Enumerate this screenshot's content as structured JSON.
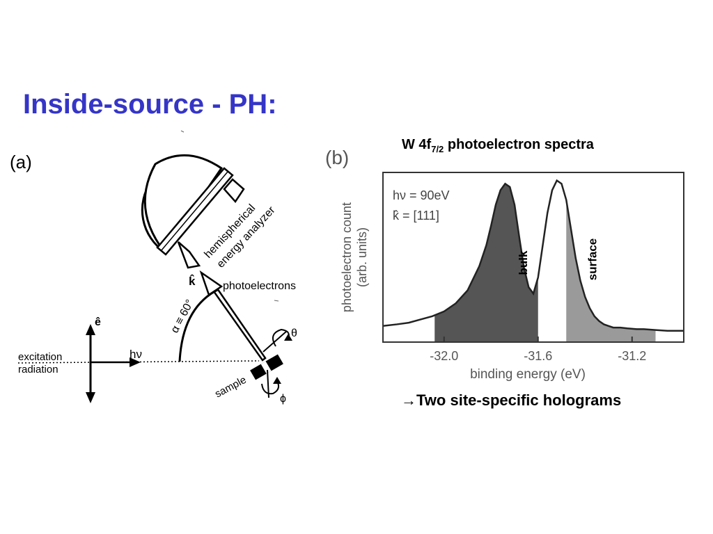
{
  "slide": {
    "title": "Inside-source - PH:",
    "caption_top_prefix": "W 4f",
    "caption_top_sub": "7/2",
    "caption_top_suffix": " photoelectron spectra",
    "caption_bottom": "→Two site-specific holograms"
  },
  "panel_a": {
    "label": "(a)",
    "analyzer_label_1": "hemispherical",
    "analyzer_label_2": "energy analyzer",
    "k_label": "k̂",
    "photoelectrons": "photoelectrons",
    "alpha_label": "α ≡ 60°",
    "e_label": "ê",
    "hv_label": "hν",
    "excitation_label_1": "excitation",
    "excitation_label_2": "radiation",
    "sample_label": "sample",
    "theta_label": "θ",
    "phi_label": "ϕ"
  },
  "chart_data": {
    "type": "area",
    "panel_label": "(b)",
    "title": "",
    "xlabel": "binding energy (eV)",
    "ylabel_line1": "photoelectron count",
    "ylabel_line2": "(arb. units)",
    "xlim": [
      -32.26,
      -30.98
    ],
    "ylim": [
      0,
      1.05
    ],
    "x_ticks": [
      -32.0,
      -31.6,
      -31.2
    ],
    "x_tick_labels": [
      "-32.0",
      "-31.6",
      "-31.2"
    ],
    "annotation_line1": "hν = 90eV",
    "annotation_line2": "k̂ = [111]",
    "x": [
      -32.26,
      -32.2,
      -32.15,
      -32.1,
      -32.05,
      -32.0,
      -31.95,
      -31.9,
      -31.85,
      -31.82,
      -31.8,
      -31.78,
      -31.76,
      -31.74,
      -31.72,
      -31.7,
      -31.68,
      -31.66,
      -31.64,
      -31.62,
      -31.6,
      -31.58,
      -31.56,
      -31.54,
      -31.52,
      -31.5,
      -31.48,
      -31.46,
      -31.44,
      -31.42,
      -31.4,
      -31.38,
      -31.36,
      -31.34,
      -31.32,
      -31.3,
      -31.28,
      -31.25,
      -31.22,
      -31.18,
      -31.15,
      -31.1,
      -31.05,
      -30.98
    ],
    "y": [
      0.1,
      0.11,
      0.12,
      0.14,
      0.16,
      0.19,
      0.24,
      0.32,
      0.47,
      0.6,
      0.72,
      0.85,
      0.94,
      0.98,
      0.96,
      0.85,
      0.65,
      0.46,
      0.34,
      0.3,
      0.4,
      0.6,
      0.8,
      0.94,
      1.0,
      0.98,
      0.88,
      0.7,
      0.52,
      0.38,
      0.28,
      0.21,
      0.16,
      0.13,
      0.11,
      0.1,
      0.09,
      0.09,
      0.085,
      0.08,
      0.08,
      0.075,
      0.07,
      0.07
    ],
    "series": [
      {
        "name": "bulk",
        "range": [
          -32.04,
          -31.6
        ],
        "color": "#555555"
      },
      {
        "name": "surface",
        "range": [
          -31.48,
          -31.1
        ],
        "color": "#9a9a9a"
      }
    ]
  }
}
